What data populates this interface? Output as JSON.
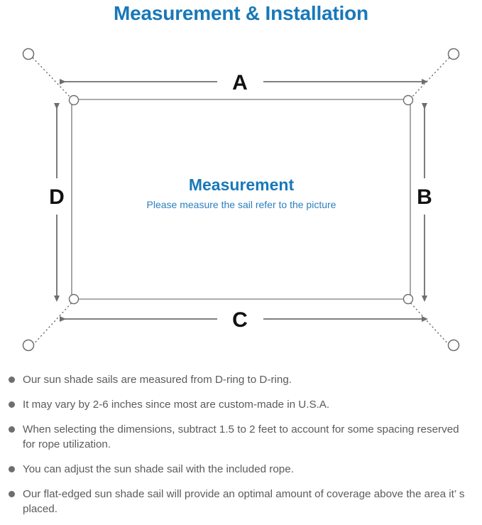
{
  "page": {
    "title": "Measurement & Installation",
    "title_color": "#1878b9",
    "background_color": "#ffffff"
  },
  "diagram": {
    "center_heading": "Measurement",
    "center_subheading": "Please measure the sail refer to the picture",
    "center_heading_color": "#1878b9",
    "center_sub_color": "#2b7fc0",
    "line_color": "#6e6e6e",
    "sail_border_color": "#7a7a7a",
    "dimension_labels": {
      "top": "A",
      "right": "B",
      "bottom": "C",
      "left": "D"
    },
    "label_color": "#111111",
    "parts": {
      "anchor_point": "anchor-circle",
      "corner_hardware": "d-ring",
      "rope": "dotted-rope-line",
      "dimension_arrow": "double-headed-arrow"
    }
  },
  "notes": {
    "bullet_color": "#6e6e6e",
    "items": [
      "Our sun shade sails are measured from D-ring to D-ring.",
      "It may vary by 2-6 inches since most are custom-made in U.S.A.",
      "When selecting the dimensions, subtract 1.5 to 2 feet to account for some spacing reserved for rope utilization.",
      "You can adjust the sun shade sail with the included rope.",
      "Our flat-edged sun shade sail will provide an optimal amount of coverage above the area it’ s placed."
    ]
  }
}
